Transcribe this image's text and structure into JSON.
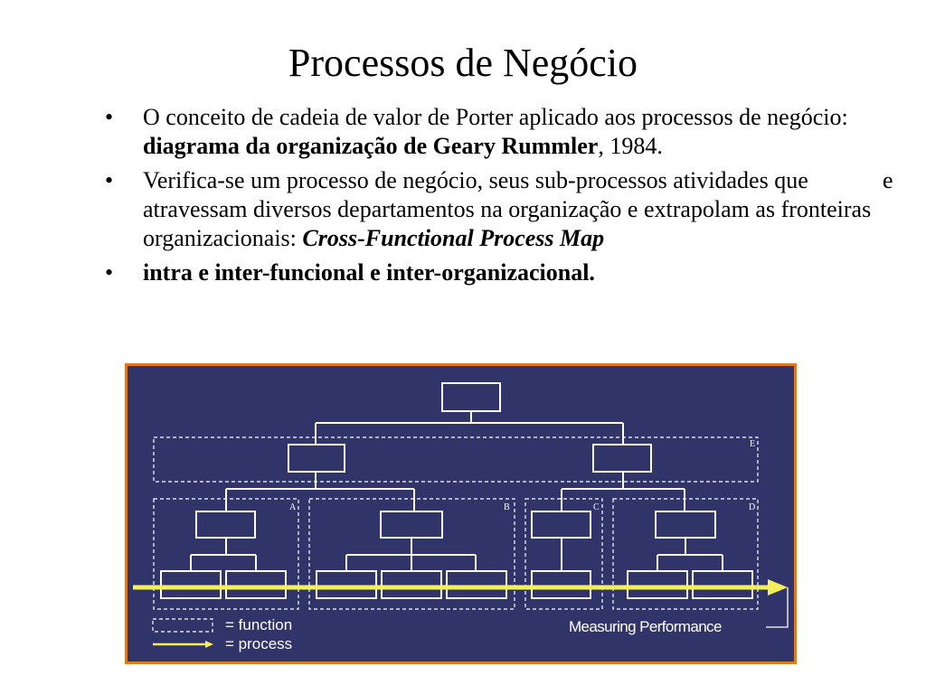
{
  "title": "Processos de Negócio",
  "bullets": [
    {
      "marker": "•",
      "text_before": "O conceito de cadeia de valor de Porter aplicado aos processos de negócio: ",
      "bold": "diagrama da organização de Geary Rummler",
      "text_after": ", 1984."
    },
    {
      "marker": "•",
      "text": "Verifica-se um processo de negócio, seus sub-processos",
      "trailing": "e",
      "text_cont": "atividades que atravessam diversos departamentos na organização e extrapolam as fronteiras organizacionais:",
      "bold_italic": "Cross-Functional Process Map"
    },
    {
      "marker": "•",
      "bold": "intra e inter-funcional e inter-organizacional."
    }
  ],
  "diagram": {
    "colors": {
      "background": "#313468",
      "border": "#e07a20",
      "lines": "#ffffff",
      "process_arrow": "#f4ef5a"
    },
    "function_labels": [
      "E",
      "A",
      "B",
      "C",
      "D"
    ],
    "legend": [
      {
        "symbol": "dashed-box",
        "label": "= function"
      },
      {
        "symbol": "yellow-arrow",
        "label": "= process"
      }
    ],
    "measuring_label": "Measuring Performance"
  }
}
